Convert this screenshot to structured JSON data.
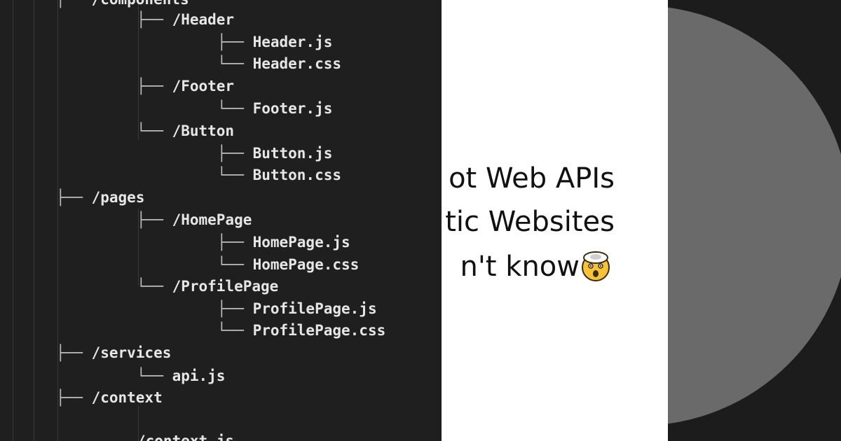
{
  "code_tree": {
    "lines": [
      {
        "prefix": "├── ",
        "name": "/components"
      },
      {
        "prefix": "├── ",
        "name": "/Header"
      },
      {
        "prefix": "├── ",
        "name": "Header.js"
      },
      {
        "prefix": "└── ",
        "name": "Header.css"
      },
      {
        "prefix": "├── ",
        "name": "/Footer"
      },
      {
        "prefix": "└── ",
        "name": "Footer.js"
      },
      {
        "prefix": "└── ",
        "name": "/Button"
      },
      {
        "prefix": "├── ",
        "name": "Button.js"
      },
      {
        "prefix": "└── ",
        "name": "Button.css"
      },
      {
        "prefix": "├── ",
        "name": "/pages"
      },
      {
        "prefix": "├── ",
        "name": "/HomePage"
      },
      {
        "prefix": "├── ",
        "name": "HomePage.js"
      },
      {
        "prefix": "└── ",
        "name": "HomePage.css"
      },
      {
        "prefix": "└── ",
        "name": "/ProfilePage"
      },
      {
        "prefix": "├── ",
        "name": "ProfilePage.js"
      },
      {
        "prefix": "└── ",
        "name": "ProfilePage.css"
      },
      {
        "prefix": "├── ",
        "name": "/services"
      },
      {
        "prefix": "└── ",
        "name": "api.js"
      },
      {
        "prefix": "├── ",
        "name": "/context"
      },
      {
        "prefix": "",
        "name": "/context.js"
      }
    ]
  },
  "card": {
    "line1": "ot Web APIs",
    "line2": "tic Websites",
    "line3": "n't know",
    "emoji_icon": "exploding-head-icon"
  },
  "colors": {
    "code_bg": "#1f1f1f",
    "code_text": "#e6e6e6",
    "card_bg": "#ffffff",
    "circle": "#6a6a6a"
  }
}
